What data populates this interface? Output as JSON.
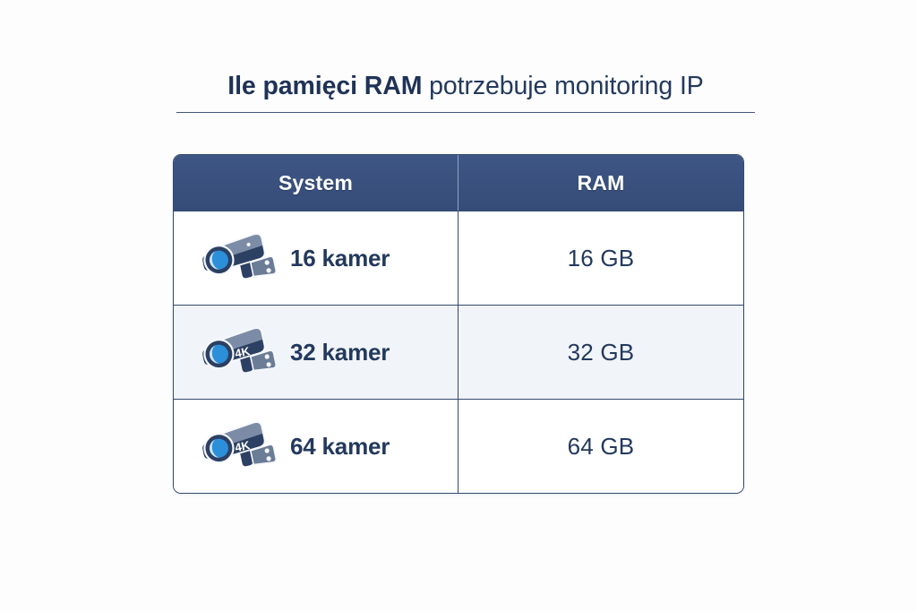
{
  "title": {
    "bold_part": "Ile pamięci RAM",
    "regular_part": " potrzebuje monitoring IP"
  },
  "colors": {
    "page_background": "#fdfdfd",
    "header_navy": "#3a5180",
    "border_navy": "#33496e",
    "text_navy": "#23395d",
    "row_tint": "#f1f4f9",
    "lens_blue": "#2b8fd9",
    "camera_body": "#6b7c96",
    "camera_dark": "#2c4063"
  },
  "table": {
    "columns": [
      {
        "label": "System",
        "key": "system"
      },
      {
        "label": "RAM",
        "key": "ram"
      }
    ],
    "rows": [
      {
        "icon": "cctv-camera-icon",
        "icon_badge": "",
        "system": "16 kamer",
        "ram": "16 GB",
        "shaded": false
      },
      {
        "icon": "cctv-camera-icon",
        "icon_badge": "4K",
        "system": "32 kamer",
        "ram": "32 GB",
        "shaded": true
      },
      {
        "icon": "cctv-camera-icon",
        "icon_badge": "4K",
        "system": "64 kamer",
        "ram": "64 GB",
        "shaded": false
      }
    ]
  }
}
